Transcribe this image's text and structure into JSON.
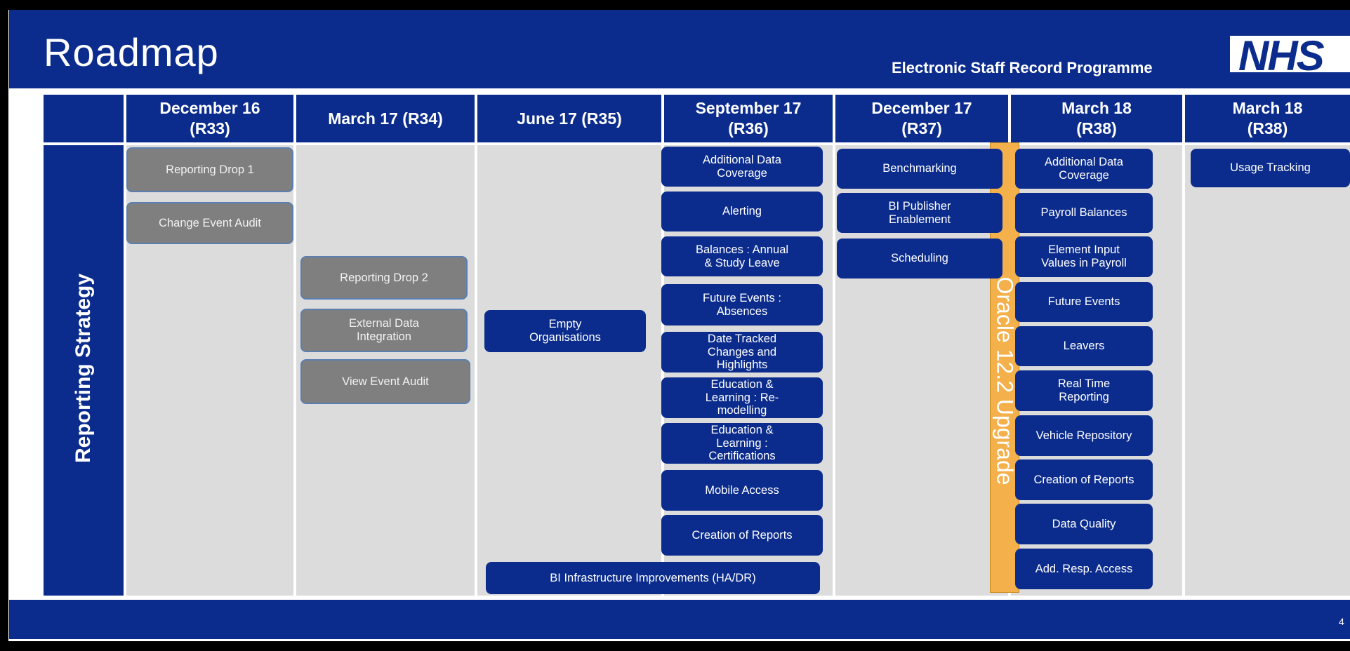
{
  "title": "Roadmap",
  "programme": "Electronic Staff Record Programme",
  "logo_text": "NHS",
  "page_number": "4",
  "side_label": "Reporting Strategy",
  "upgrade_label": "Oracle 12.2 Upgrade",
  "columns": [
    {
      "label": "December 16\n(R33)"
    },
    {
      "label": "March 17 (R34)"
    },
    {
      "label": "June 17 (R35)"
    },
    {
      "label": "September 17\n(R36)"
    },
    {
      "label": "December 17\n(R37)"
    },
    {
      "label": "March 18\n(R38)"
    },
    {
      "label": "March 18\n(R38)"
    }
  ],
  "items": {
    "dec16": [
      "Reporting Drop 1",
      "Change Event Audit"
    ],
    "mar17": [
      "Reporting Drop 2",
      "External Data\nIntegration",
      "View Event Audit"
    ],
    "jun17": [
      "Empty\nOrganisations"
    ],
    "sep17": [
      "Additional Data\nCoverage",
      "Alerting",
      "Balances : Annual\n& Study  Leave",
      "Future Events  :\nAbsences",
      "Date Tracked\nChanges and\nHighlights",
      "Education &\nLearning : Re-\nmodelling",
      "Education &\nLearning :\nCertifications",
      "Mobile Access",
      "Creation of Reports"
    ],
    "dec17": [
      "Benchmarking",
      "BI Publisher\nEnablement",
      "Scheduling"
    ],
    "mar18": [
      "Additional Data\nCoverage",
      "Payroll Balances",
      "Element Input\nValues in Payroll",
      "Future Events",
      "Leavers",
      "Real Time\nReporting",
      "Vehicle Repository",
      "Creation of Reports",
      "Data Quality",
      "Add. Resp. Access"
    ],
    "mar18b": [
      "Usage Tracking"
    ],
    "bi_infra": "BI Infrastructure  Improvements  (HA/DR)"
  }
}
